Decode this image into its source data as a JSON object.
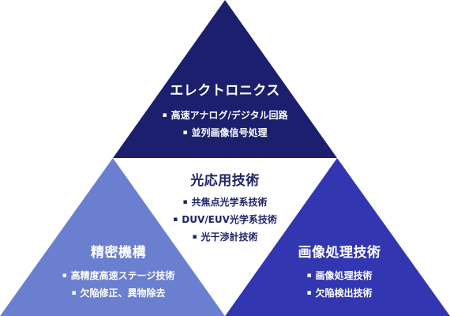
{
  "colors": {
    "top": "#1b1f6d",
    "left": "#6a7fd0",
    "right": "#3237b1",
    "center": "#ffffff",
    "center_text": "#1f2466"
  },
  "sections": {
    "top": {
      "title": "エレクトロニクス",
      "items": [
        "高速アナログ/デジタル回路",
        "並列画像信号処理"
      ]
    },
    "center": {
      "title": "光応用技術",
      "items": [
        "共焦点光学系技術",
        "DUV/EUV光学系技術",
        "光干渉計技術"
      ]
    },
    "left": {
      "title": "精密機構",
      "items": [
        "高精度高速ステージ技術",
        "欠陥修正、異物除去"
      ]
    },
    "right": {
      "title": "画像処理技術",
      "items": [
        "画像処理技術",
        "欠陥検出技術"
      ]
    }
  }
}
